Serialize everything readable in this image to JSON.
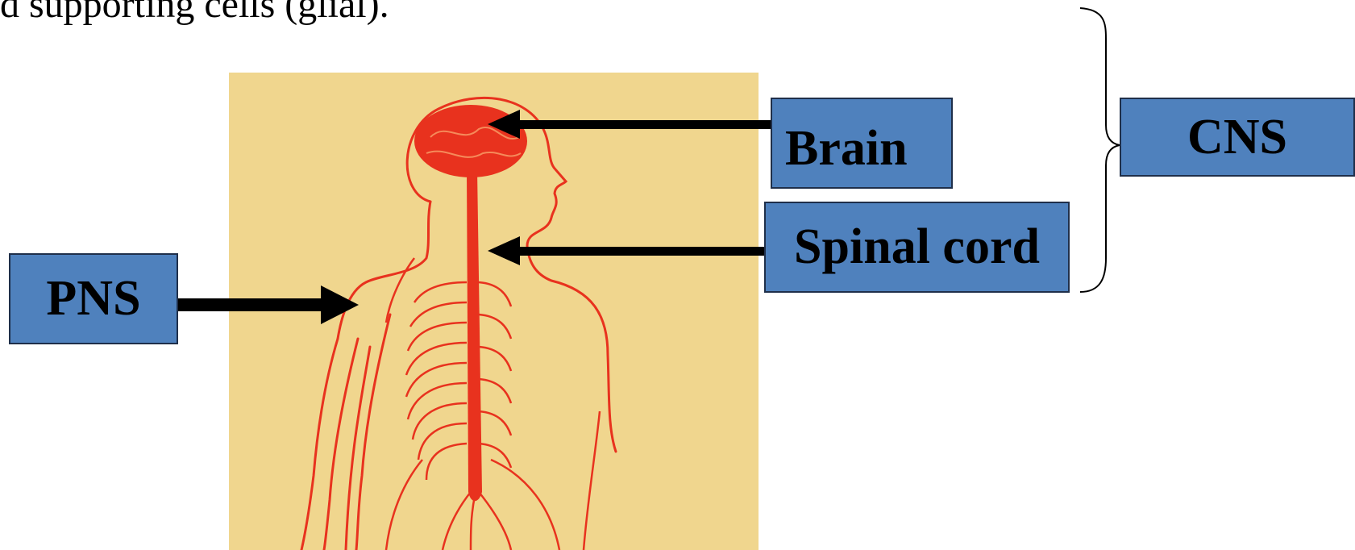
{
  "caption": "d supporting cells (glial).",
  "labels": {
    "brain": "Brain",
    "spinal_cord": "Spinal cord",
    "cns": "CNS",
    "pns": "PNS"
  },
  "colors": {
    "box_fill": "#4f81bd",
    "panel_bg": "#f0d68e",
    "nerve_red": "#e8321e"
  }
}
